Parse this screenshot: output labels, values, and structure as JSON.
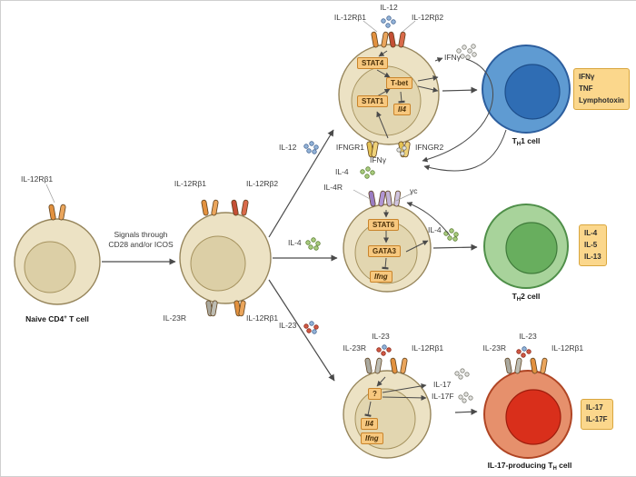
{
  "naive_cell": {
    "receptor_label": "IL-12Rβ1",
    "name_prefix": "Naive CD4",
    "name_sup": "+",
    "name_rest": " T cell"
  },
  "signal_label": {
    "line1": "Signals through",
    "line2": "CD28 and/or ICOS"
  },
  "central_cell": {
    "receptor_top_left": "IL-12Rβ1",
    "receptor_top_right": "IL-12Rβ2",
    "receptor_bottom_left": "IL-23R",
    "receptor_bottom_right": "IL-12Rβ1"
  },
  "branch_ligands": {
    "top": "IL-12",
    "middle": "IL-4",
    "bottom": "IL-23"
  },
  "th1_pathway": {
    "ligand": "IL-12",
    "receptor_left": "IL-12Rβ1",
    "receptor_right": "IL-12Rβ2",
    "stat4": "STAT4",
    "tbet": "T-bet",
    "stat1": "STAT1",
    "il4_gene": "Il4",
    "ifng_out": "IFNγ",
    "ifngr1": "IFNGR1",
    "ifngr2": "IFNGR2",
    "ifng_bottom": "IFNγ"
  },
  "th1_cell": {
    "name_t": "T",
    "name_sub": "H",
    "name_rest": "1 cell",
    "products": [
      "IFNγ",
      "TNF",
      "Lymphotoxin"
    ]
  },
  "th2_pathway": {
    "ligand": "IL-4",
    "receptor_left": "IL-4R",
    "receptor_right": "γc",
    "stat6": "STAT6",
    "gata3": "GATA3",
    "ifng_gene": "Ifng",
    "il4_out": "IL-4"
  },
  "th2_cell": {
    "name_t": "T",
    "name_sub": "H",
    "name_rest": "2 cell",
    "products": [
      "IL-4",
      "IL-5",
      "IL-13"
    ]
  },
  "th17_pathway": {
    "ligand": "IL-23",
    "receptor_left": "IL-23R",
    "receptor_right": "IL-12Rβ1",
    "unknown_factor": "?",
    "il4_gene": "Il4",
    "ifng_gene": "Ifng",
    "out1": "IL-17",
    "out2": "IL-17F"
  },
  "th17_cell": {
    "receptor_left": "IL-23R",
    "ligand": "IL-23",
    "receptor_right": "IL-12Rβ1",
    "name_prefix": "IL-17-producing T",
    "name_sub": "H",
    "name_rest": " cell",
    "products": [
      "IL-17",
      "IL-17F"
    ]
  }
}
